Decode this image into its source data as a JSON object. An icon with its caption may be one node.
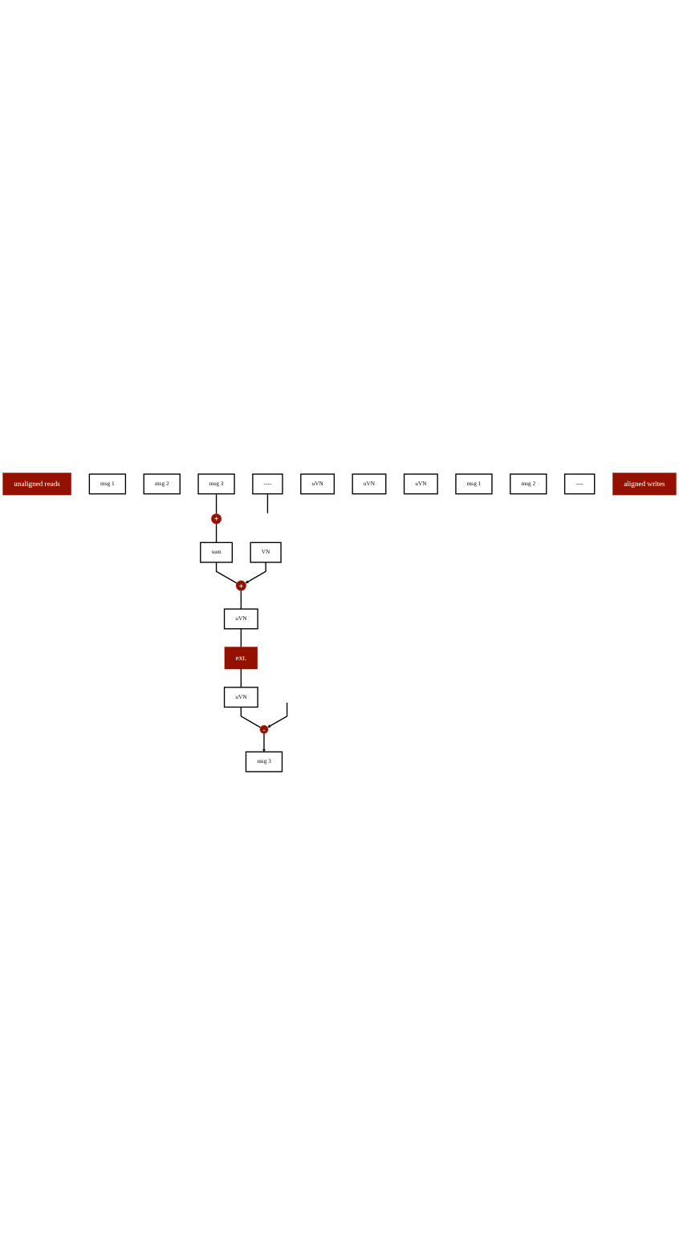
{
  "diagram": {
    "nodes": [
      {
        "text": [
          "unaligned reads"
        ]
      },
      {
        "text": [
          "msg 1"
        ]
      },
      {
        "text": [
          "msg 2"
        ]
      },
      {
        "text": [
          "msg 3"
        ]
      },
      {
        "text": [
          "----"
        ]
      },
      {
        "text": [
          "+"
        ]
      },
      {
        "text": [
          "sum"
        ]
      },
      {
        "text": [
          "VN"
        ]
      },
      {
        "text": [
          "+"
        ]
      },
      {
        "text": [
          "uVN"
        ]
      },
      {
        "text": [
          "ext."
        ]
      },
      {
        "text": [
          "uVN"
        ]
      },
      {
        "text": [
          "uVN"
        ]
      },
      {
        "text": [
          "uVN"
        ]
      },
      {
        "text": [
          "uVN"
        ]
      },
      {
        "text": [
          "-"
        ]
      },
      {
        "text": [
          "msg 1"
        ]
      },
      {
        "text": [
          "msg 2"
        ]
      },
      {
        "text": [
          "msg 3"
        ]
      },
      {
        "text": [
          "----"
        ]
      },
      {
        "text": [
          "aligned writes"
        ]
      }
    ],
    "edges": [
      {
        "from": 3,
        "to": 5,
        "arrow": "none"
      },
      {
        "from": 4,
        "to": null,
        "arrow": "none"
      },
      {
        "from": 5,
        "to": 6,
        "arrow": "none"
      },
      {
        "from": 6,
        "to": 8,
        "arrow": "none"
      },
      {
        "from": 7,
        "to": 8,
        "arrow": "to"
      },
      {
        "from": 8,
        "to": 9,
        "arrow": "none"
      },
      {
        "from": 9,
        "to": 10,
        "arrow": "none"
      },
      {
        "from": 10,
        "to": 13,
        "arrow": "none"
      },
      {
        "from": 13,
        "to": 15,
        "arrow": "none"
      },
      {
        "from": null,
        "to": 15,
        "arrow": "to"
      },
      {
        "from": 15,
        "to": 18,
        "arrow": "to"
      }
    ]
  }
}
